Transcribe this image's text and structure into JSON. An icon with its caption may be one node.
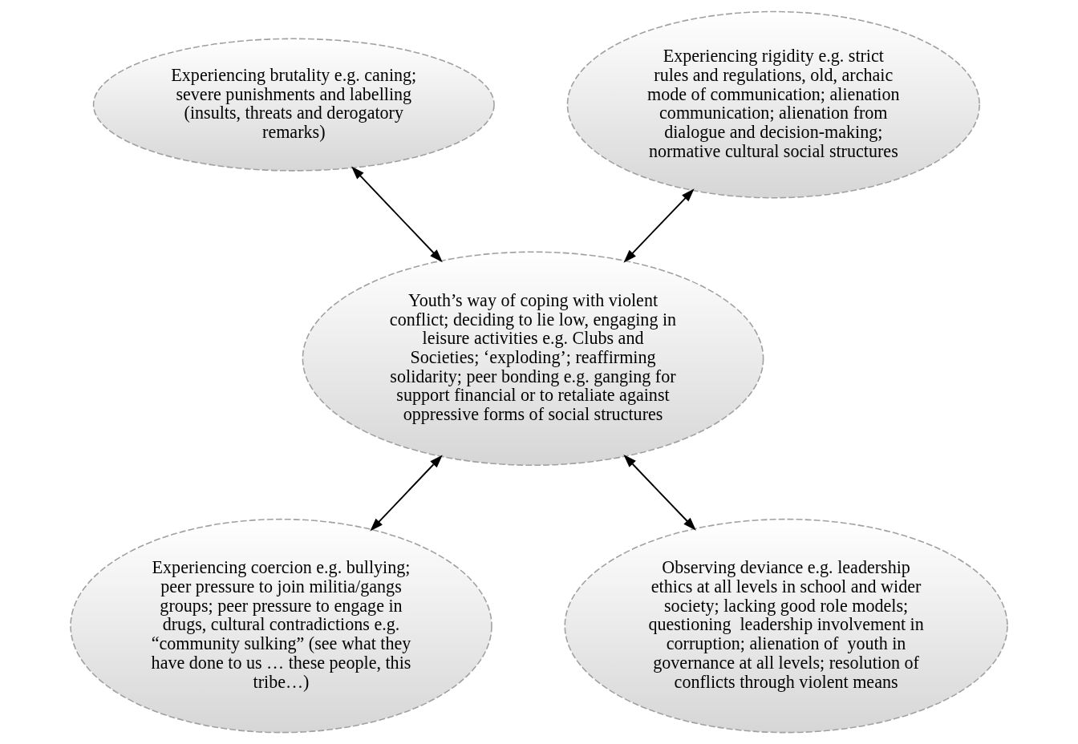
{
  "diagram": {
    "nodes": [
      {
        "text": [
          "Experiencing brutality e.g. caning; severe punishments and labelling (insults, threats and derogatory remarks)"
        ]
      },
      {
        "text": [
          "Experiencing rigidity e.g. strict rules and regulations, old, archaic mode of communication; alienation communication; alienation from dialogue and decision-making; normative cultural social structures"
        ]
      },
      {
        "text": [
          "Youth’s way of coping with violent conflict; deciding to lie low, engaging in leisure activities e.g. Clubs and Societies; ‘exploding’; reaffirming solidarity; peer bonding e.g. ganging for support financial or to retaliate against oppressive forms of social structures"
        ]
      },
      {
        "text": [
          "Experiencing coercion e.g. bullying; peer pressure to join militia/gangs groups; peer pressure to engage in drugs, cultural contradictions e.g. “community sulking” (see what they  have done to us … these people, this tribe…)"
        ]
      },
      {
        "text": [
          "Observing deviance e.g. leadership ethics at all levels in school and wider society; lacking good role models; questioning  leadership involvement in corruption; alienation of  youth in governance at all levels; resolution of conflicts through violent means"
        ]
      }
    ],
    "edges": [
      {
        "from": 0,
        "to": 2,
        "arrow": "both"
      },
      {
        "from": 1,
        "to": 2,
        "arrow": "both"
      },
      {
        "from": 2,
        "to": 3,
        "arrow": "both"
      },
      {
        "from": 2,
        "to": 4,
        "arrow": "both"
      }
    ]
  }
}
